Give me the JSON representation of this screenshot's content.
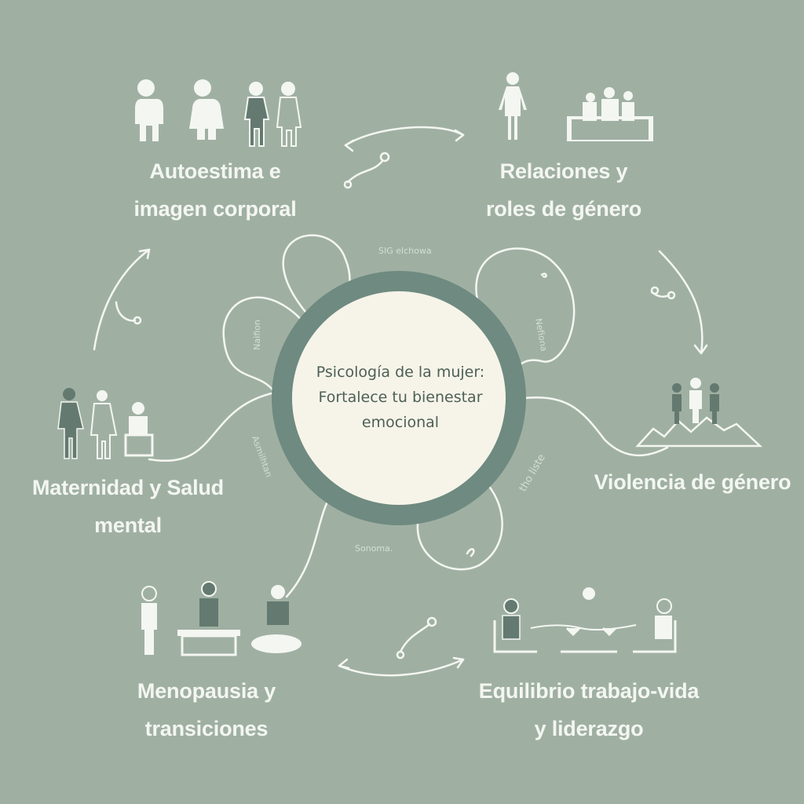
{
  "center": {
    "line1": "Psicología de la mujer:",
    "line2": "Fortalece tu bienestar",
    "line3": "emocional"
  },
  "topics": {
    "self_esteem": {
      "line1": "Autoestima e",
      "line2": "imagen corporal"
    },
    "relations": {
      "line1": "Relaciones y",
      "line2": "roles de género"
    },
    "violence": {
      "line1": "Violencia de género"
    },
    "maternity": {
      "line1": "Maternidad y Salud",
      "line2": "mental"
    },
    "menopause": {
      "line1": "Menopausia y",
      "line2": "transiciones"
    },
    "balance": {
      "line1": "Equilibrio trabajo-vida",
      "line2": "y liderazgo"
    }
  },
  "faint_labels": {
    "top": "SIG elchowa",
    "left_loop": "Naifion",
    "right_loop": "Nefiona",
    "left_lower": "Asmilhtan",
    "right_lower": "tho liste",
    "bottom": "Sonoma."
  },
  "colors": {
    "background": "#9fb0a3",
    "ring": "#6f8a80",
    "center_fill": "#f6f4e9",
    "line": "#f4f6f1",
    "figure_dark": "#647a70",
    "figure_light": "#f4f6f1"
  }
}
